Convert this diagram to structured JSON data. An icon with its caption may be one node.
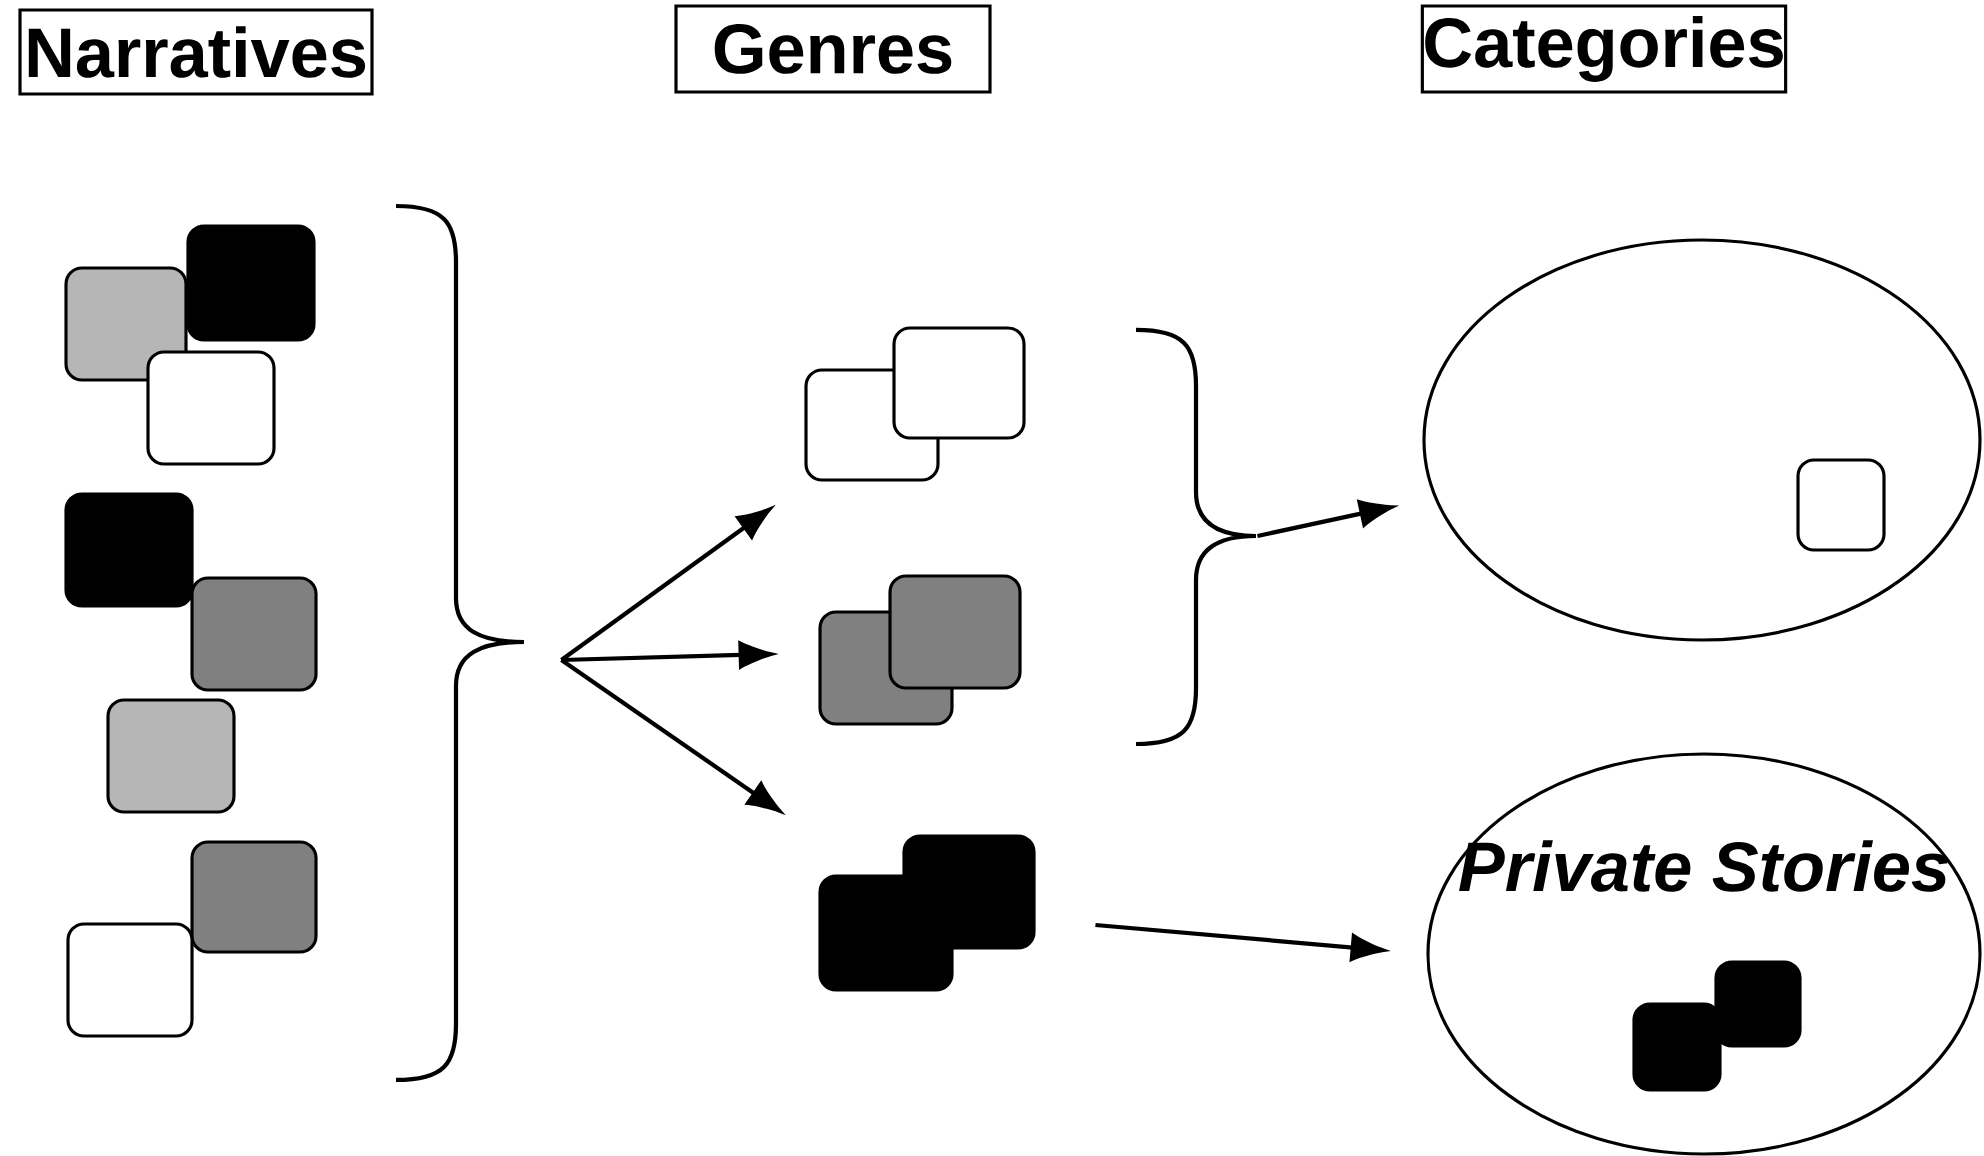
{
  "diagram": {
    "nodes": [
      {
        "text": [
          "Narratives"
        ]
      },
      {
        "text": [
          "Genres"
        ]
      },
      {
        "text": [
          "Categories"
        ]
      },
      {
        "text": [],
        "shape": "box"
      },
      {
        "text": [],
        "shape": "box"
      },
      {
        "text": [],
        "shape": "box"
      },
      {
        "text": [],
        "shape": "box"
      },
      {
        "text": [],
        "shape": "box"
      },
      {
        "text": [],
        "shape": "box"
      },
      {
        "text": [],
        "shape": "box"
      },
      {
        "text": [],
        "shape": "box"
      },
      {
        "text": [],
        "shape": "brace"
      },
      {
        "text": [],
        "shape": "box"
      },
      {
        "text": [],
        "shape": "box"
      },
      {
        "text": [],
        "shape": "box"
      },
      {
        "text": [],
        "shape": "brace"
      },
      {
        "text": [],
        "shape": "ellipse"
      },
      {
        "text": [],
        "shape": "box",
        "in": 16
      },
      {
        "text": [
          "Private Stories"
        ]
      },
      {
        "text": [],
        "shape": "box",
        "in": 18
      }
    ],
    "edges": [
      {
        "from": 11,
        "to": 12,
        "arrow": "to"
      },
      {
        "from": 11,
        "to": 13,
        "arrow": "to"
      },
      {
        "from": 11,
        "to": 14,
        "arrow": "to"
      },
      {
        "from": 15,
        "to": 16,
        "arrow": "to"
      },
      {
        "from": 14,
        "to": 18,
        "arrow": "to"
      }
    ]
  }
}
